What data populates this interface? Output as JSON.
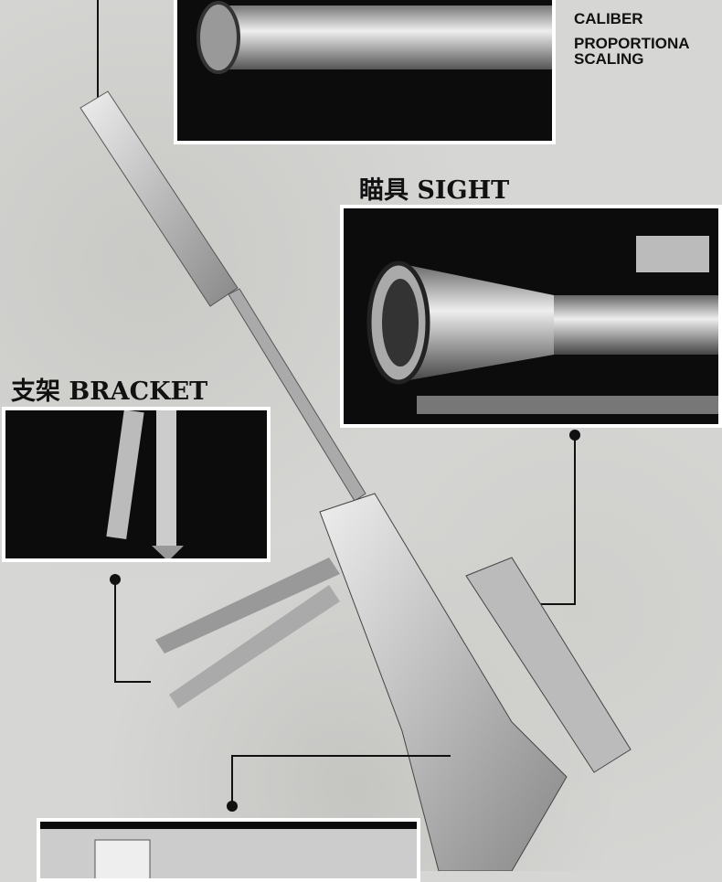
{
  "specs": {
    "line1": "CALIBER",
    "line2": "PROPORTIONA",
    "line3": "SCALING"
  },
  "labels": {
    "sight": "瞄具 SIGHT",
    "bracket": "支架 BRACKET"
  }
}
